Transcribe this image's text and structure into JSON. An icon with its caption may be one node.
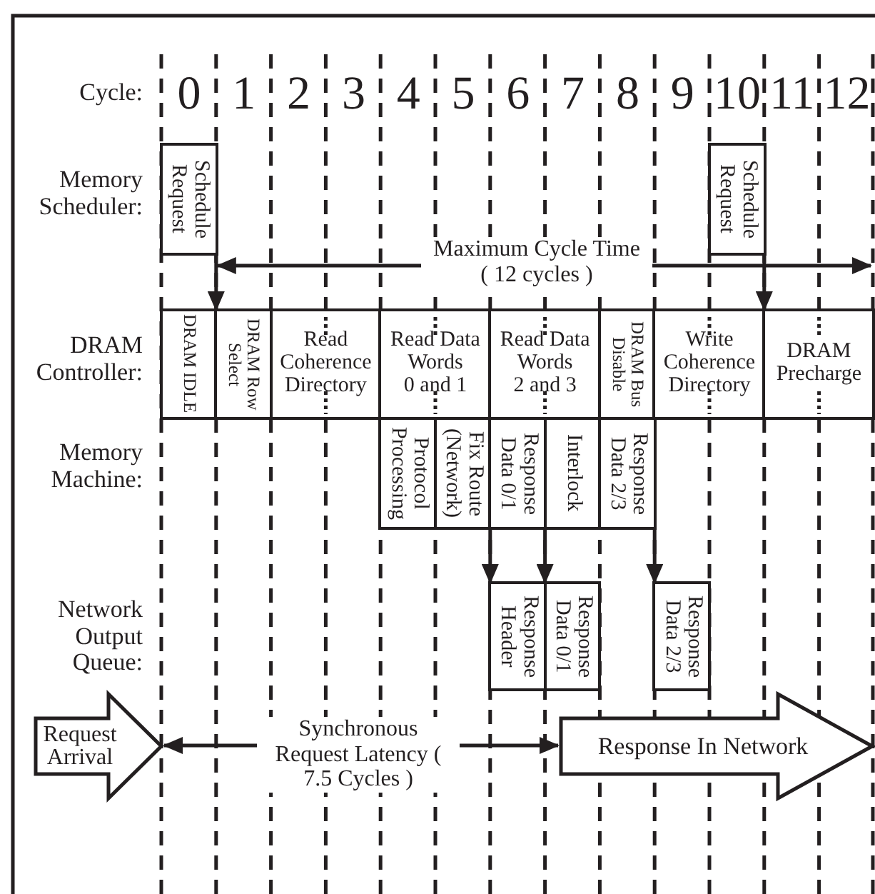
{
  "diagram": {
    "nodes": [
      {
        "text": [
          "Schedule Request"
        ]
      },
      {
        "text": [
          "Schedule Request"
        ]
      },
      {
        "text": [
          "DRAM IDLE"
        ]
      },
      {
        "text": [
          "DRAM Row Select"
        ]
      },
      {
        "text": [
          "Read Coherence Directory"
        ]
      },
      {
        "text": [
          "Read Data Words 0 and 1"
        ]
      },
      {
        "text": [
          "Read Data Words 2 and 3"
        ]
      },
      {
        "text": [
          "DRAM Bus Disable"
        ]
      },
      {
        "text": [
          "Write Coherence Directory"
        ]
      },
      {
        "text": [
          "DRAM Precharge"
        ]
      },
      {
        "text": [
          "Protocol Processing"
        ]
      },
      {
        "text": [
          "Fix Route (Network)"
        ]
      },
      {
        "text": [
          "Response Data 0/1"
        ]
      },
      {
        "text": [
          "Interlock"
        ]
      },
      {
        "text": [
          "Response Data 2/3"
        ]
      },
      {
        "text": [
          "Response Header"
        ]
      },
      {
        "text": [
          "Response Data 0/1"
        ]
      },
      {
        "text": [
          "Response Data 2/3"
        ]
      },
      {
        "text": [
          "Request Arrival"
        ]
      },
      {
        "text": [
          "Response In Network"
        ]
      }
    ],
    "edges": [
      {
        "from": 0,
        "to": 3,
        "arrow": "to"
      },
      {
        "from": 1,
        "to": 9,
        "arrow": "to"
      },
      {
        "from": 11,
        "to": 15,
        "arrow": "to"
      },
      {
        "from": 12,
        "to": 16,
        "arrow": "to"
      },
      {
        "from": 14,
        "to": 17,
        "arrow": "to"
      },
      {
        "from": 0,
        "to": null,
        "arrow": "both",
        "label": "Maximum Cycle Time ( 12 cycles )"
      },
      {
        "from": 18,
        "to": 19,
        "arrow": "both",
        "label": "Synchronous Request Latency ( 7.5 Cycles )"
      }
    ],
    "labels": [
      "Cycle:",
      "0",
      "1",
      "2",
      "3",
      "4",
      "5",
      "6",
      "7",
      "8",
      "9",
      "10",
      "11",
      "12",
      "Memory Scheduler:",
      "DRAM Controller:",
      "Memory Machine:",
      "Network Output Queue:"
    ]
  }
}
